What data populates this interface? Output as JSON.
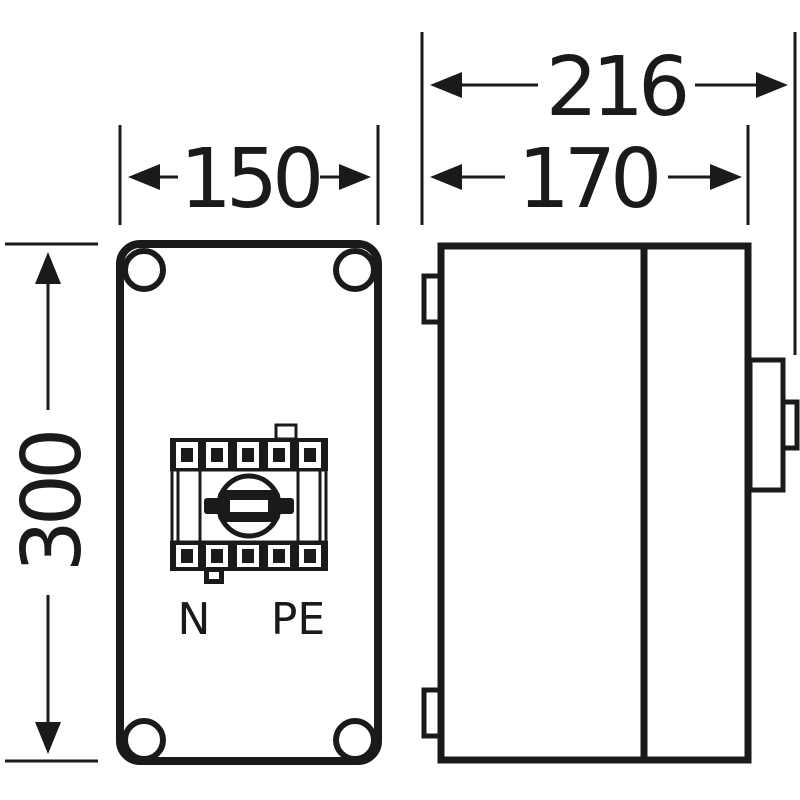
{
  "dimensions": {
    "overall_depth": "216",
    "body_depth": "170",
    "width": "150",
    "height": "300"
  },
  "labels": {
    "neutral": "N",
    "protective_earth": "PE"
  },
  "colors": {
    "line": "#1a1a1a",
    "background": "#ffffff"
  }
}
